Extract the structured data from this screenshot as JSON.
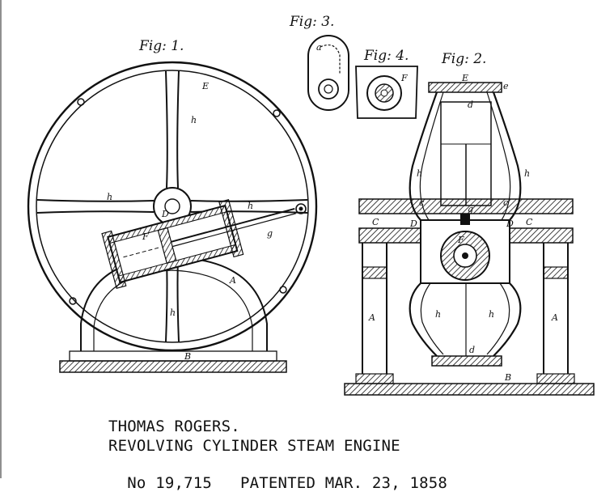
{
  "figures": {
    "fig1_label": "Fig: 1.",
    "fig2_label": "Fig: 2.",
    "fig3_label": "Fig: 3.",
    "fig4_label": "Fig: 4."
  },
  "reference_letters": {
    "E": "E",
    "B": "B",
    "A": "A",
    "h": "h",
    "D": "D",
    "F": "F",
    "g": "g",
    "C": "C",
    "c": "c",
    "d": "d",
    "a": "a",
    "e": "e"
  },
  "caption": {
    "inventor": "THOMAS ROGERS.",
    "title": "REVOLVING CYLINDER STEAM ENGINE",
    "patent_no": "No 19,715",
    "patented": "PATENTED MAR. 23, 1858"
  }
}
